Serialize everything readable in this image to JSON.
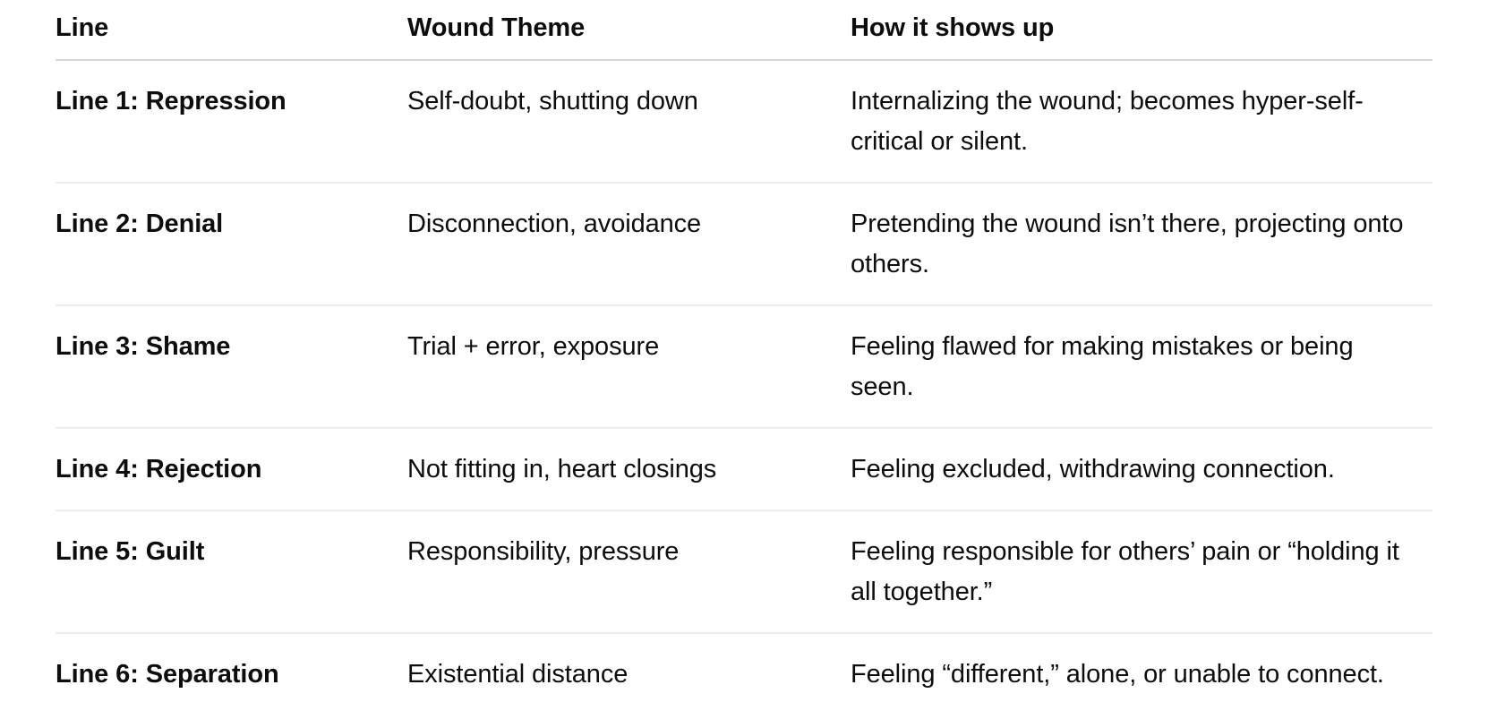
{
  "page": {
    "background": "#ffffff",
    "text_color": "#0d0d0d",
    "header_divider_color": "#d6d6d6",
    "row_divider_color": "#ececec"
  },
  "table": {
    "columns": [
      {
        "key": "line",
        "label": "Line"
      },
      {
        "key": "theme",
        "label": "Wound Theme"
      },
      {
        "key": "how",
        "label": "How it shows up"
      }
    ],
    "rows": [
      {
        "line": "Line 1: Repression",
        "theme": "Self-doubt, shutting down",
        "how": "Internalizing the wound; becomes hyper-self-\ncritical or silent."
      },
      {
        "line": "Line 2: Denial",
        "theme": "Disconnection, avoidance",
        "how": "Pretending the wound isn’t there, projecting onto\nothers."
      },
      {
        "line": "Line 3: Shame",
        "theme": "Trial + error, exposure",
        "how": "Feeling flawed for making mistakes or being seen."
      },
      {
        "line": "Line 4: Rejection",
        "theme": "Not fitting in, heart closings",
        "how": "Feeling excluded, withdrawing connection."
      },
      {
        "line": "Line 5: Guilt",
        "theme": "Responsibility, pressure",
        "how": "Feeling responsible for others’ pain or “holding it\nall together.”"
      },
      {
        "line": "Line 6: Separation",
        "theme": "Existential distance",
        "how": "Feeling “different,” alone, or unable to connect."
      }
    ]
  }
}
